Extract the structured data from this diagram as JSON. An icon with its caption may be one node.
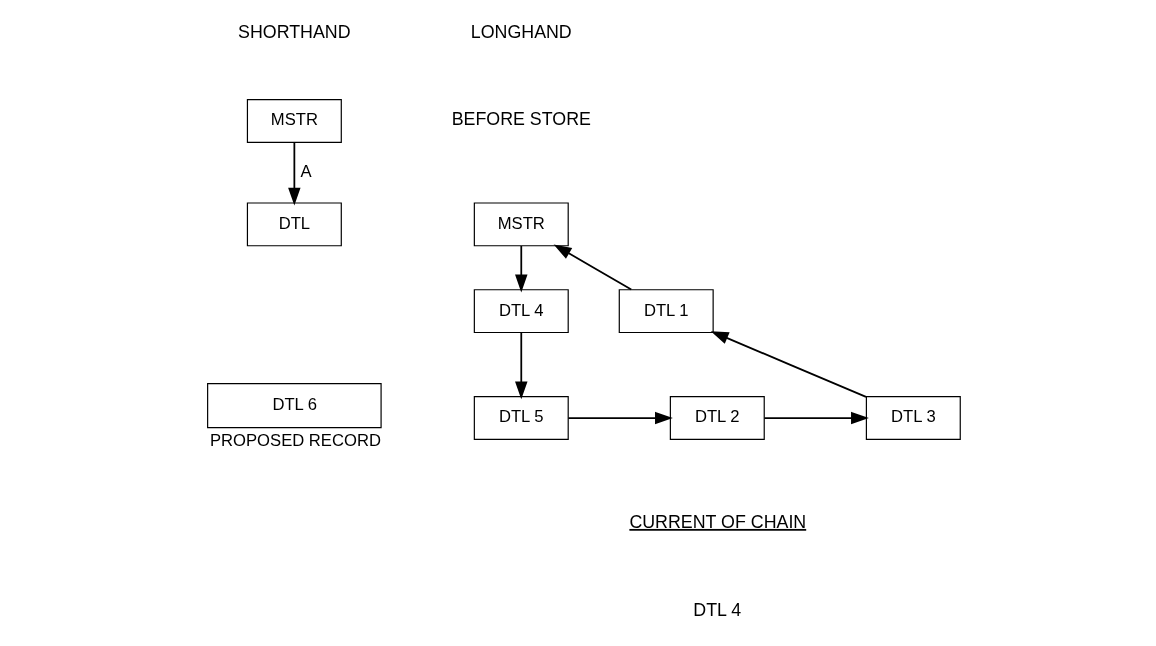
{
  "diagram": {
    "nodes": [
      {
        "text": [
          "MSTR"
        ]
      },
      {
        "text": [
          "DTL"
        ]
      },
      {
        "text": [
          "DTL 6"
        ],
        "beside": [
          "PROPOSED RECORD"
        ]
      },
      {
        "text": [
          "MSTR"
        ]
      },
      {
        "text": [
          "DTL 4"
        ]
      },
      {
        "text": [
          "DTL 5"
        ]
      },
      {
        "text": [
          "DTL 2"
        ]
      },
      {
        "text": [
          "DTL 3"
        ]
      },
      {
        "text": [
          "DTL 1"
        ]
      }
    ],
    "edges": [
      {
        "from": 0,
        "to": 1,
        "arrow": "to",
        "label": "A"
      },
      {
        "from": 3,
        "to": 4,
        "arrow": "to"
      },
      {
        "from": 4,
        "to": 5,
        "arrow": "to"
      },
      {
        "from": 5,
        "to": 6,
        "arrow": "to"
      },
      {
        "from": 6,
        "to": 7,
        "arrow": "to"
      },
      {
        "from": 7,
        "to": 8,
        "arrow": "to"
      },
      {
        "from": 8,
        "to": 3,
        "arrow": "to"
      }
    ],
    "labels": [
      "SHORTHAND",
      "LONGHAND",
      "BEFORE STORE",
      "CURRENT OF CHAIN",
      "DTL 4"
    ]
  }
}
